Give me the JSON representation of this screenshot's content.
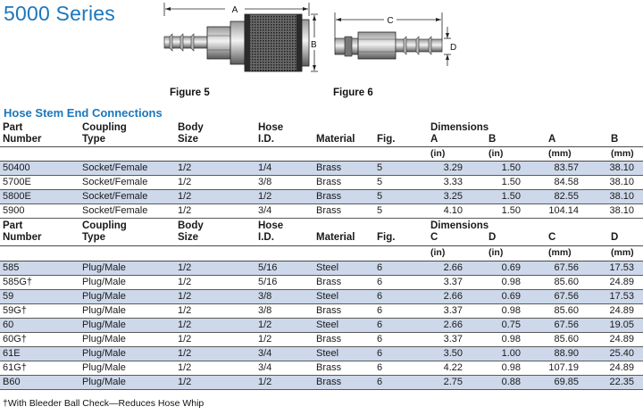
{
  "series_title": "5000 Series",
  "figures": {
    "fig5_caption": "Figure 5",
    "fig6_caption": "Figure 6",
    "dim_a": "A",
    "dim_b": "B",
    "dim_c": "C",
    "dim_d": "D"
  },
  "section_title": "Hose Stem End Connections",
  "table1": {
    "headers": {
      "part_1": "Part",
      "part_2": "Number",
      "coupling_1": "Coupling",
      "coupling_2": "Type",
      "body_1": "Body",
      "body_2": "Size",
      "hose_1": "Hose",
      "hose_2": "I.D.",
      "material": "Material",
      "fig": "Fig.",
      "dimensions": "Dimensions",
      "d1": "A",
      "d2": "B",
      "d3": "A",
      "d4": "B"
    },
    "units": [
      "(in)",
      "(in)",
      "(mm)",
      "(mm)"
    ],
    "rows": [
      [
        "50400",
        "Socket/Female",
        "1/2",
        "1/4",
        "Brass",
        "5",
        "3.29",
        "1.50",
        "83.57",
        "38.10"
      ],
      [
        "5700E",
        "Socket/Female",
        "1/2",
        "3/8",
        "Brass",
        "5",
        "3.33",
        "1.50",
        "84.58",
        "38.10"
      ],
      [
        "5800E",
        "Socket/Female",
        "1/2",
        "1/2",
        "Brass",
        "5",
        "3.25",
        "1.50",
        "82.55",
        "38.10"
      ],
      [
        "5900",
        "Socket/Female",
        "1/2",
        "3/4",
        "Brass",
        "5",
        "4.10",
        "1.50",
        "104.14",
        "38.10"
      ]
    ]
  },
  "table2": {
    "headers": {
      "part_1": "Part",
      "part_2": "Number",
      "coupling_1": "Coupling",
      "coupling_2": "Type",
      "body_1": "Body",
      "body_2": "Size",
      "hose_1": "Hose",
      "hose_2": "I.D.",
      "material": "Material",
      "fig": "Fig.",
      "dimensions": "Dimensions",
      "d1": "C",
      "d2": "D",
      "d3": "C",
      "d4": "D"
    },
    "units": [
      "(in)",
      "(in)",
      "(mm)",
      "(mm)"
    ],
    "rows": [
      [
        "585",
        "Plug/Male",
        "1/2",
        "5/16",
        "Steel",
        "6",
        "2.66",
        "0.69",
        "67.56",
        "17.53"
      ],
      [
        "585G†",
        "Plug/Male",
        "1/2",
        "5/16",
        "Brass",
        "6",
        "3.37",
        "0.98",
        "85.60",
        "24.89"
      ],
      [
        "59",
        "Plug/Male",
        "1/2",
        "3/8",
        "Steel",
        "6",
        "2.66",
        "0.69",
        "67.56",
        "17.53"
      ],
      [
        "59G†",
        "Plug/Male",
        "1/2",
        "3/8",
        "Brass",
        "6",
        "3.37",
        "0.98",
        "85.60",
        "24.89"
      ],
      [
        "60",
        "Plug/Male",
        "1/2",
        "1/2",
        "Steel",
        "6",
        "2.66",
        "0.75",
        "67.56",
        "19.05"
      ],
      [
        "60G†",
        "Plug/Male",
        "1/2",
        "1/2",
        "Brass",
        "6",
        "3.37",
        "0.98",
        "85.60",
        "24.89"
      ],
      [
        "61E",
        "Plug/Male",
        "1/2",
        "3/4",
        "Steel",
        "6",
        "3.50",
        "1.00",
        "88.90",
        "25.40"
      ],
      [
        "61G†",
        "Plug/Male",
        "1/2",
        "3/4",
        "Brass",
        "6",
        "4.22",
        "0.98",
        "107.19",
        "24.89"
      ],
      [
        "B60",
        "Plug/Male",
        "1/2",
        "1/2",
        "Brass",
        "6",
        "2.75",
        "0.88",
        "69.85",
        "22.35"
      ]
    ]
  },
  "footnote": "†With Bleeder Ball Check—Reduces Hose Whip"
}
